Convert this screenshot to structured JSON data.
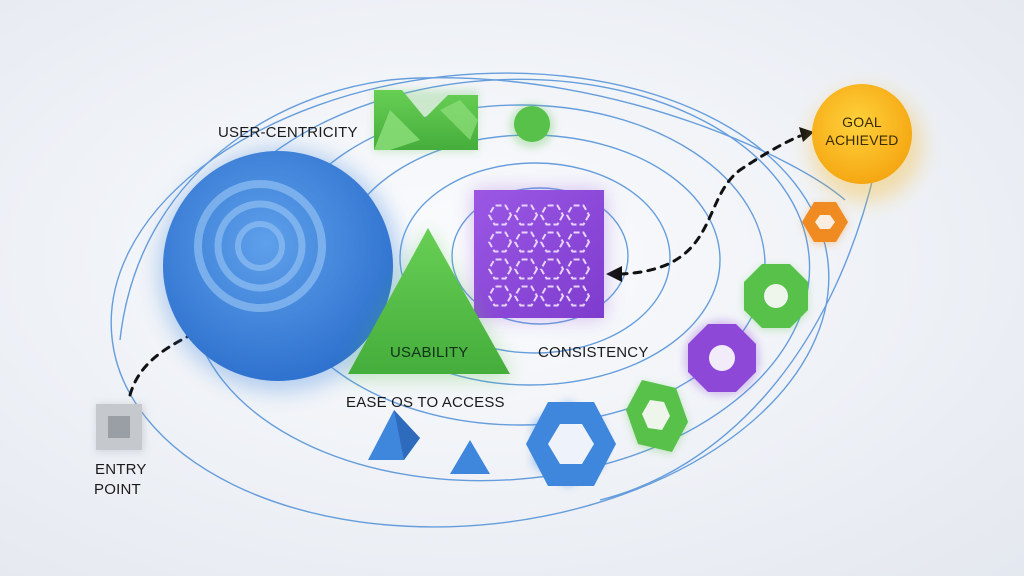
{
  "labels": {
    "user_centricity": "USER-CENTRICITY",
    "usability": "USABILITY",
    "consistency": "CONSISTENCY",
    "ease_of_access": "EASE OS TO ACCESS",
    "entry_point_line1": "ENTRY",
    "entry_point_line2": "POINT",
    "goal_line1": "GOAL",
    "goal_line2": "ACHIEVED"
  },
  "colors": {
    "blue": "#3f86dd",
    "green": "#57c14a",
    "purple": "#8e48d8",
    "orange": "#f08b22",
    "yellow": "#f7b51c",
    "gray": "#a9acb2",
    "orbit": "#4e8fd8"
  },
  "icons": {
    "user_centricity": "concentric-circles-icon",
    "usability": "triangle-icon",
    "consistency": "hexagon-grid-icon",
    "entry_point": "square-icon",
    "goal": "sun-circle-icon"
  }
}
